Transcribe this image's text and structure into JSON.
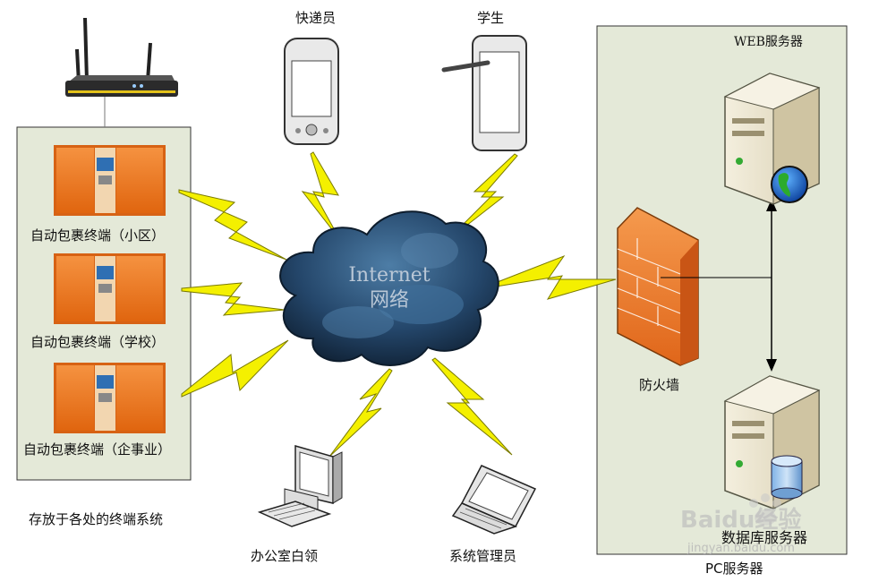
{
  "labels": {
    "courier": "快递员",
    "student": "学生",
    "web_server": "WEB服务器",
    "terminal_community": "自动包裹终端（小区）",
    "terminal_school": "自动包裹终端（学校）",
    "terminal_enterprise": "自动包裹终端（企事业）",
    "terminal_group": "存放于各处的终端系统",
    "internet": "Internet",
    "network": "网络",
    "firewall": "防火墙",
    "office": "办公室白领",
    "admin": "系统管理员",
    "db_server": "数据库服务器",
    "pc_server": "PC服务器",
    "watermark_brand": "Baidu经验",
    "watermark_url": "jingyan.baidu.com"
  },
  "colors": {
    "panel_bg": "#e4e9d8",
    "terminal_orange": "#f07a1c",
    "bolt_yellow": "#f4f000",
    "cloud_dark": "#1c3a56",
    "firewall_orange": "#ee7a2c",
    "server_beige": "#e9e2cc"
  }
}
